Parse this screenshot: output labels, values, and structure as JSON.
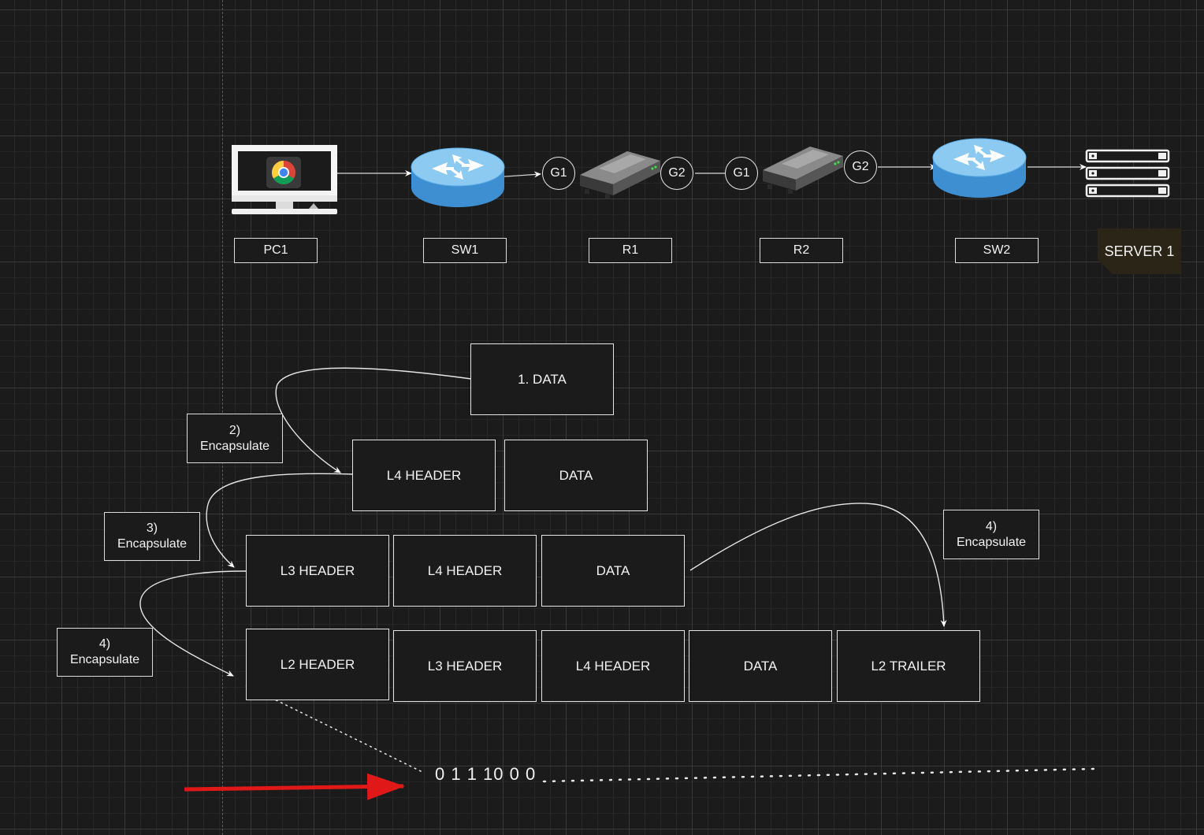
{
  "devices": {
    "pc1": "PC1",
    "sw1": "SW1",
    "r1": "R1",
    "r2": "R2",
    "sw2": "SW2",
    "server1": "SERVER 1"
  },
  "interfaces": {
    "r1_g1": "G1",
    "r1_g2": "G2",
    "r2_g1": "G1",
    "r2_g2": "G2"
  },
  "steps": {
    "step1_data": "1. DATA",
    "step2": {
      "num": "2)",
      "text": "Encapsulate"
    },
    "step3": {
      "num": "3)",
      "text": "Encapsulate"
    },
    "step4_left": {
      "num": "4)",
      "text": "Encapsulate"
    },
    "step4_right": {
      "num": "4)",
      "text": "Encapsulate"
    }
  },
  "layer4_row": [
    "L4 HEADER",
    "DATA"
  ],
  "layer3_row": [
    "L3 HEADER",
    "L4 HEADER",
    "DATA"
  ],
  "layer2_row": [
    "L2 HEADER",
    "L3 HEADER",
    "L4 HEADER",
    "DATA",
    "L2 TRAILER"
  ],
  "bits": "0 1 1 10 0 0",
  "icons": [
    "pc-icon",
    "chrome-icon",
    "switch-icon",
    "router-icon",
    "server-icon"
  ],
  "colors": {
    "background": "#1b1b1b",
    "stroke": "#e6e6e6",
    "arrow_red": "#e01818",
    "server_label_bg": "#2a2516"
  }
}
